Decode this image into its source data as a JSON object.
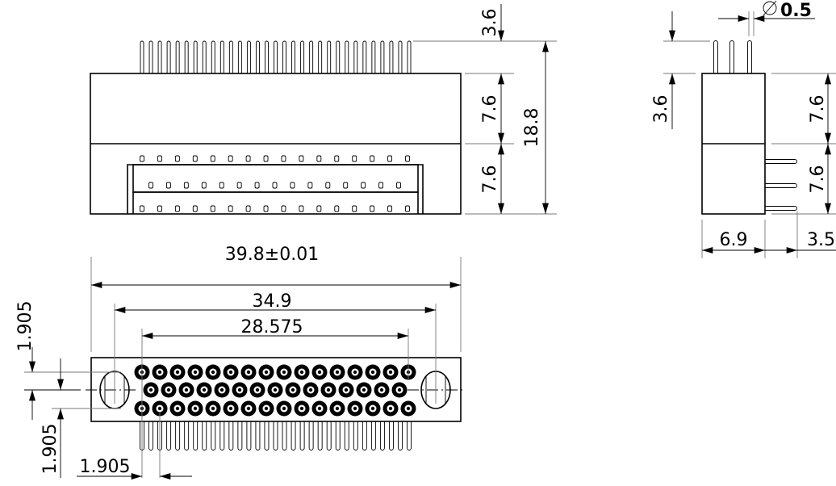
{
  "colors": {
    "line": "#000000",
    "extension": "#777777",
    "background": "#ffffff"
  },
  "front_view": {
    "dim_pin_height": "3.6",
    "dim_upper_body": "7.6",
    "dim_lower_body": "7.6",
    "dim_total_height": "18.8",
    "top_pin_count": 31,
    "pad_rows": [
      16,
      15,
      16
    ]
  },
  "side_view": {
    "dim_pin_diameter": "0.5",
    "diameter_symbol": "⌀",
    "dim_pin_height": "3.6",
    "dim_upper_body": "7.6",
    "dim_lower_body": "7.6",
    "dim_body_depth": "6.9",
    "dim_pin_offset": "3.5"
  },
  "bottom_view": {
    "dim_overall_width": "39.8±0.01",
    "dim_mount_hole_spacing": "34.9",
    "dim_contact_span": "28.575",
    "dim_row_pitch_top": "1.905",
    "dim_row_pitch_bottom": "1.905",
    "dim_column_pitch": "1.905",
    "contact_rows": [
      16,
      15,
      16
    ],
    "pin_count": 31
  }
}
